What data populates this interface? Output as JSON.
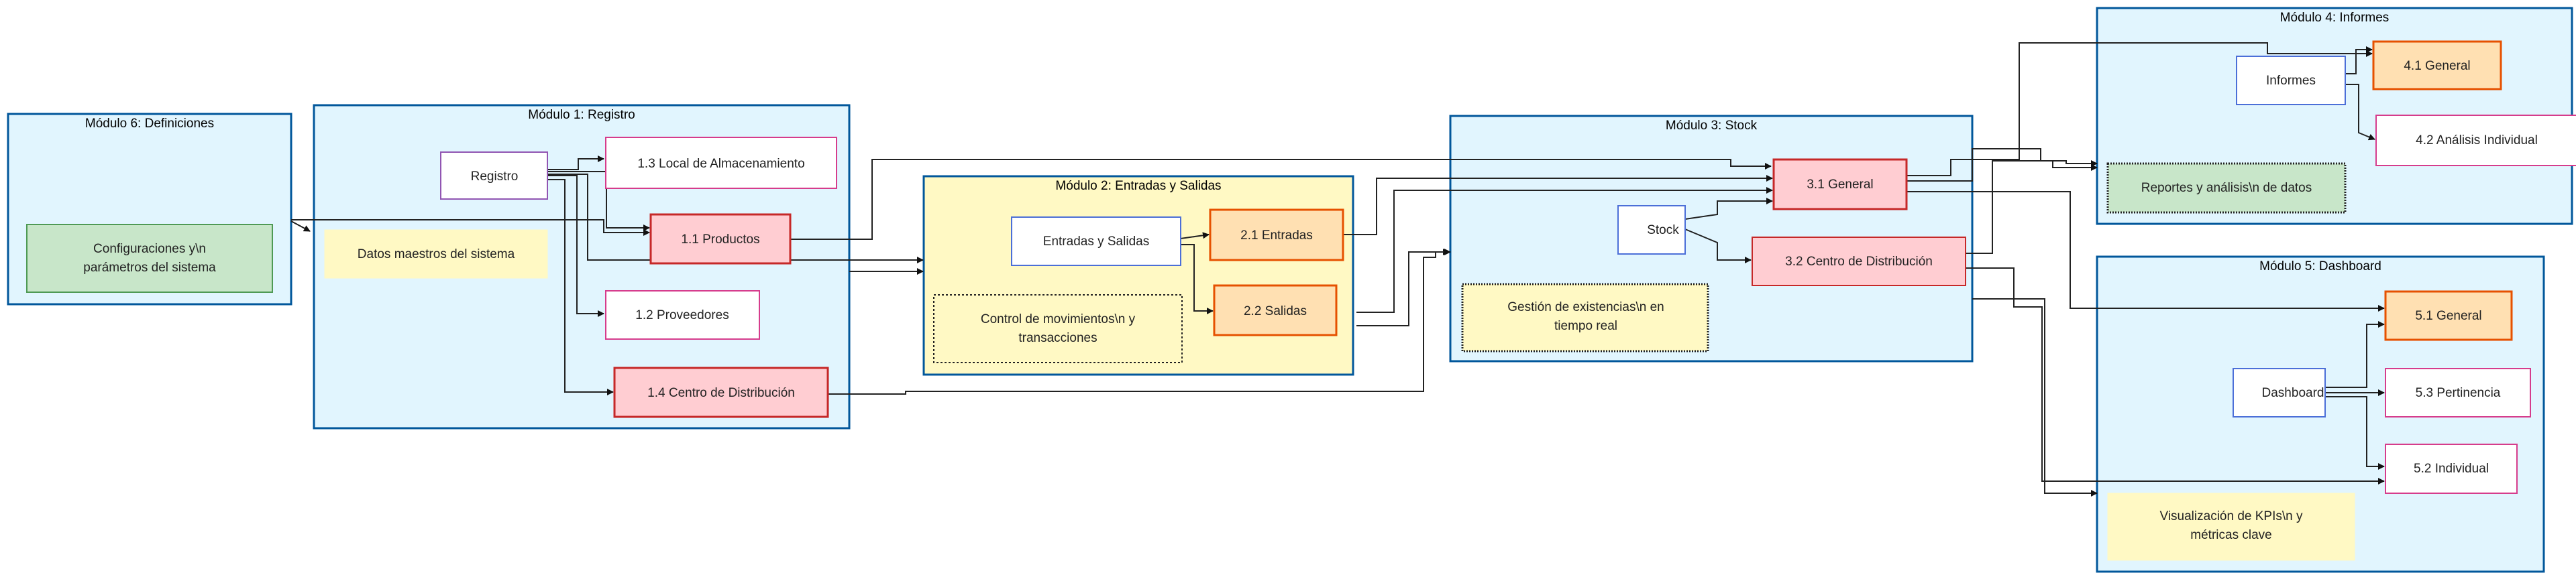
{
  "modules": {
    "m6": {
      "title": "Módulo 6: Definiciones"
    },
    "m1": {
      "title": "Módulo 1: Registro"
    },
    "m2": {
      "title": "Módulo 2: Entradas y Salidas"
    },
    "m3": {
      "title": "Módulo 3: Stock"
    },
    "m4": {
      "title": "Módulo 4: Informes"
    },
    "m5": {
      "title": "Módulo 5: Dashboard"
    }
  },
  "nodes": {
    "config": [
      "Configuraciones y\\n",
      "parámetros del sistema"
    ],
    "registro": "Registro",
    "local": "1.3 Local de Almacenamiento",
    "productos": "1.1 Productos",
    "datos_maestros": "Datos maestros del sistema",
    "proveedores": "1.2 Proveedores",
    "centro_dist_1": "1.4 Centro de Distribución",
    "entradas_salidas": "Entradas y Salidas",
    "entradas": "2.1 Entradas",
    "salidas": "2.2 Salidas",
    "control_mov": [
      "Control de movimientos\\n y",
      "transacciones"
    ],
    "stock": "Stock",
    "general_3": "3.1 General",
    "centro_dist_3": "3.2 Centro de Distribución",
    "gestion": [
      "Gestión de existencias\\n en",
      "tiempo real"
    ],
    "informes": "Informes",
    "general_4": "4.1 General",
    "analisis": "4.2 Análisis Individual",
    "reportes": "Reportes y análisis\\n de datos",
    "dashboard": "Dashboard",
    "general_5": "5.1 General",
    "pertinencia": "5.3 Pertinencia",
    "individual": "5.2 Individual",
    "kpis": [
      "Visualización de KPIs\\n y",
      "métricas clave"
    ]
  },
  "colors": {
    "module_fill": "#e1f5fe",
    "module_stroke": "#01579b",
    "module2_fill": "#fff9c4",
    "note_fill": "#fff9c4",
    "green_fill": "#c8e6c9",
    "green_stroke": "#4f9a55",
    "orange_fill": "#ffe0b2",
    "orange_stroke": "#e65100",
    "red_fill": "#ffcdd2",
    "red_stroke": "#c62828",
    "white_stroke_blue": "#4c6fd8",
    "white_stroke_pink": "#d63c8c"
  }
}
